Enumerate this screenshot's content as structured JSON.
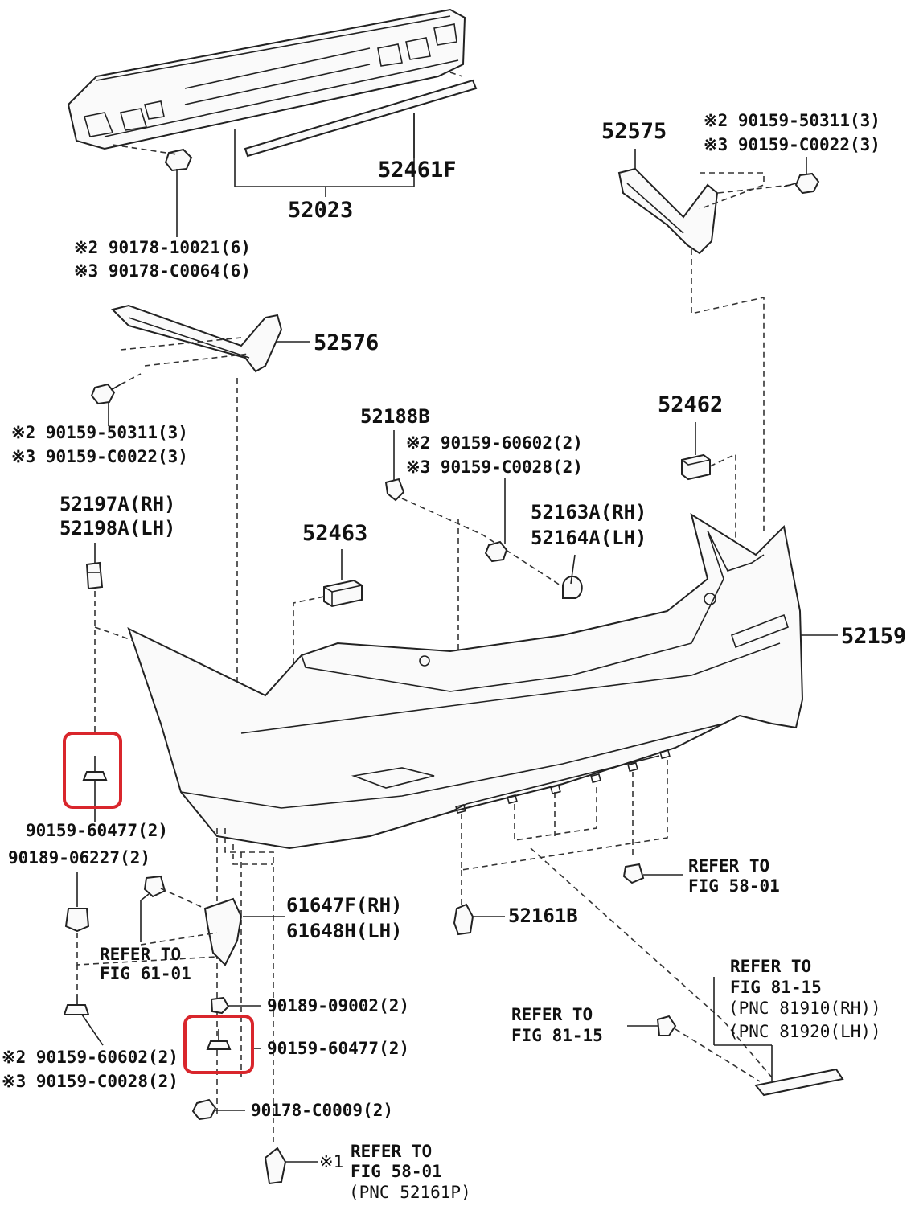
{
  "diagram": {
    "part_numbers": {
      "p52461f": "52461F",
      "p52023": "52023",
      "p52575": "52575",
      "p52576": "52576",
      "p52188b": "52188B",
      "p52462": "52462",
      "p52463": "52463",
      "p52159": "52159",
      "p52161b": "52161B"
    },
    "callouts": {
      "bolt_50311_a": "※2 90159-50311(3)",
      "bolt_c0022_a": "※3 90159-C0022(3)",
      "nut_10021": "※2 90178-10021(6)",
      "nut_c0064": "※3 90178-C0064(6)",
      "bolt_50311_b": "※2 90159-50311(3)",
      "bolt_c0022_b": "※3 90159-C0022(3)",
      "bolt_60602_a": "※2 90159-60602(2)",
      "bolt_c0028_a": "※3 90159-C0028(2)",
      "retainer_rh": "52197A(RH)",
      "retainer_lh": "52198A(LH)",
      "cover_rh": "52163A(RH)",
      "cover_lh": "52164A(LH)",
      "screw_60477_a": "90159-60477(2)",
      "clip_06227": "90189-06227(2)",
      "flap_rh": "61647F(RH)",
      "flap_lh": "61648H(LH)",
      "clip_09002": "90189-09002(2)",
      "screw_60477_b": "90159-60477(2)",
      "bolt_60602_b": "※2 90159-60602(2)",
      "bolt_c0028_b": "※3 90159-C0028(2)",
      "nut_c0009": "90178-C0009(2)",
      "ref_note_mark": "※1"
    },
    "references": {
      "refer_to": "REFER TO",
      "fig_58_01": "FIG 58-01",
      "fig_61_01": "FIG 61-01",
      "fig_81_15": "FIG 81-15",
      "pnc_81910": "(PNC 81910(RH))",
      "pnc_81920": "(PNC 81920(LH))",
      "pnc_52161p": "(PNC 52161P)"
    },
    "highlight_color": "#d9262c"
  }
}
